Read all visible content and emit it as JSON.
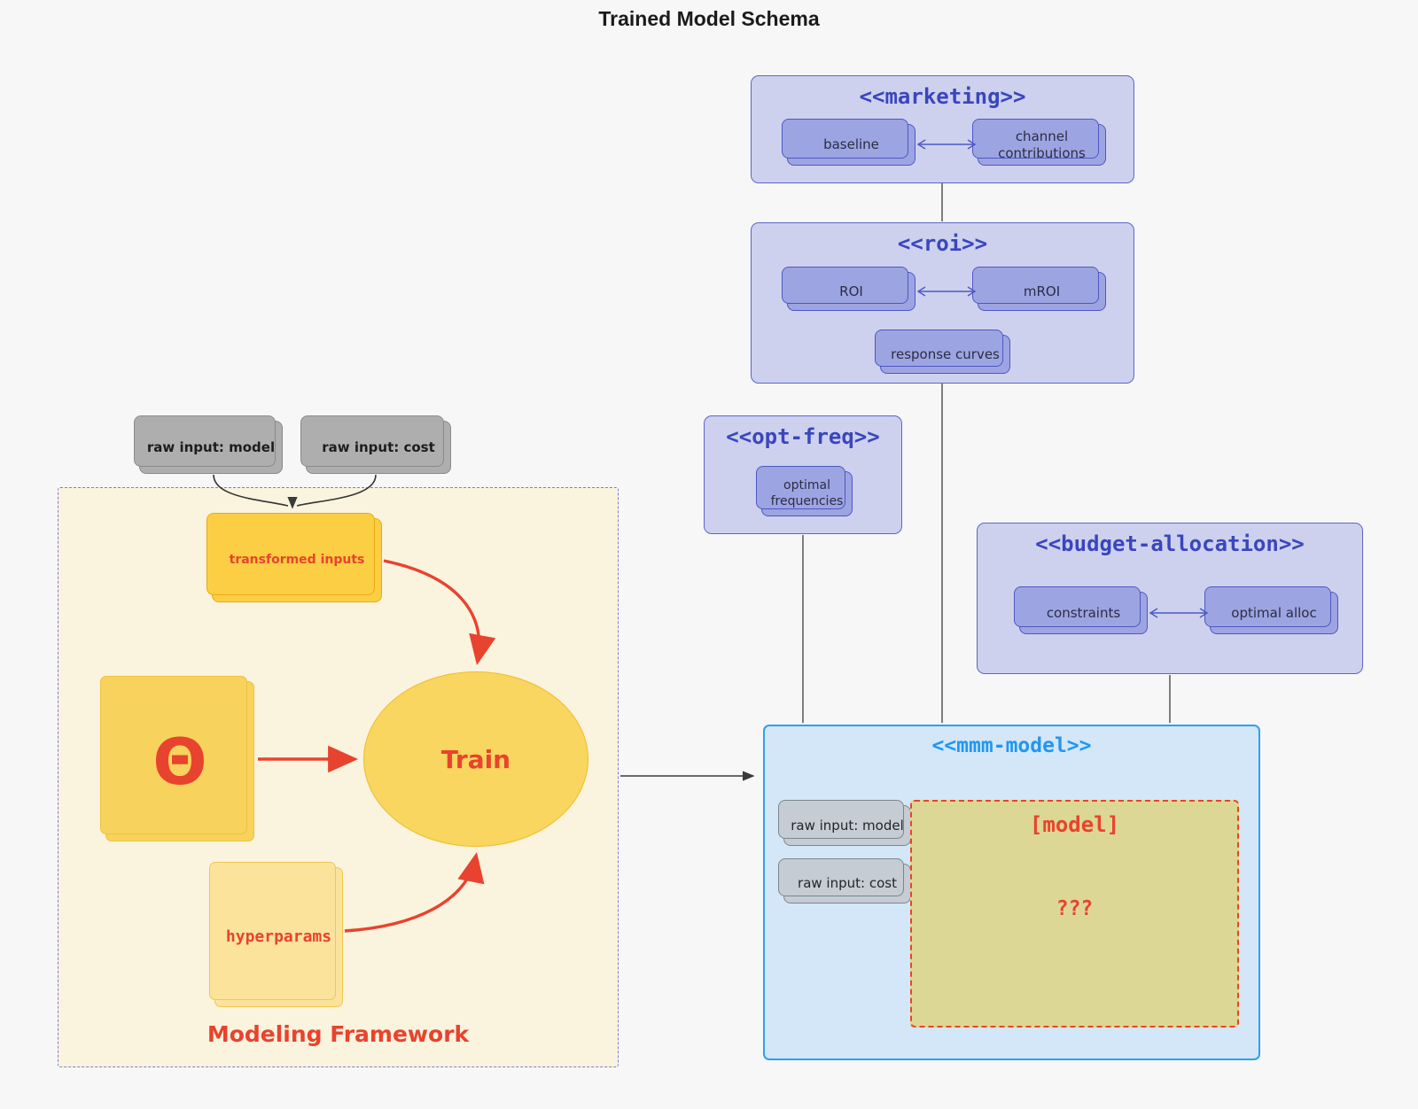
{
  "diagram_title": "Trained Model Schema",
  "clusters": {
    "marketing": {
      "title": "<<marketing>>",
      "nodes": {
        "baseline": "baseline",
        "channel_contributions": "channel contributions"
      }
    },
    "roi": {
      "title": "<<roi>>",
      "nodes": {
        "roi": "ROI",
        "mroi": "mROI",
        "response_curves": "response curves"
      }
    },
    "opt_freq": {
      "title": "<<opt-freq>>",
      "nodes": {
        "optimal_frequencies": "optimal frequencies"
      }
    },
    "budget_allocation": {
      "title": "<<budget-allocation>>",
      "nodes": {
        "constraints": "constraints",
        "optimal_alloc": "optimal alloc"
      }
    },
    "mmm_model": {
      "title": "<<mmm-model>>",
      "nodes": {
        "raw_input_model": "raw input: model",
        "raw_input_cost": "raw input: cost",
        "model_box": "[model]",
        "unknown": "???"
      }
    },
    "modeling_framework": {
      "label": "Modeling Framework",
      "nodes": {
        "raw_input_model": "raw input: model",
        "raw_input_cost": "raw input: cost",
        "transformed_inputs": "transformed inputs",
        "theta": "Θ",
        "train": "Train",
        "hyperparams": "hyperparams"
      }
    }
  },
  "colors": {
    "page_background": "#f7f7f8",
    "cluster_purple_bg": "#cdd1ee",
    "cluster_purple_border": "#5d66c9",
    "cluster_title_indigo": "#3a46bd",
    "purple_node_fill": "#9da4e2",
    "purple_node_border": "#4d58c4",
    "mmm_bg": "#d3e7f8",
    "mmm_border": "#2f9fee",
    "mmm_title_blue": "#2196f3",
    "model_box_fill": "#ddd795",
    "accent_red": "#e8432e",
    "framework_bg": "#faf3de",
    "framework_border": "#777fd0",
    "yellow_node": "#fcce44",
    "gray_node": "#aeaeae"
  }
}
